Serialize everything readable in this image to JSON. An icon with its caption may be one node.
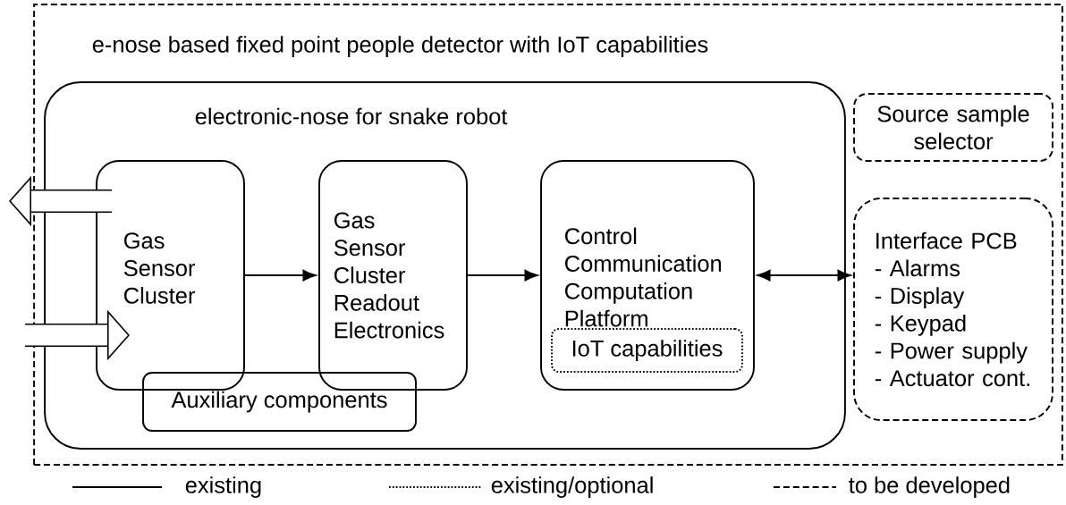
{
  "diagram": {
    "nodes": [
      {
        "text": [
          "e-nose based fixed point people detector with IoT capabilities"
        ]
      },
      {
        "text": [
          "electronic-nose for snake robot"
        ],
        "in": 0
      },
      {
        "text": [
          "Gas Sensor Cluster"
        ],
        "in": 1
      },
      {
        "text": [
          "Gas Sensor Cluster Readout Electronics"
        ],
        "in": 1
      },
      {
        "text": [
          "Control Communication Computation Platform"
        ],
        "in": 1
      },
      {
        "text": [
          "IoT capabilities"
        ],
        "in": 4
      },
      {
        "text": [
          "Auxiliary components"
        ],
        "in": 1
      },
      {
        "text": [
          "Source sample selector"
        ],
        "in": 0
      },
      {
        "text": [
          "Interface PCB",
          "- Alarms",
          "- Display",
          "- Keypad",
          "- Power supply",
          "- Actuator cont."
        ],
        "in": 0
      }
    ],
    "edges": [
      {
        "from": 2,
        "to": null,
        "arrow": "to",
        "style": "thick"
      },
      {
        "from": null,
        "to": 2,
        "arrow": "to",
        "style": "thick"
      },
      {
        "from": 2,
        "to": 3,
        "arrow": "to"
      },
      {
        "from": 3,
        "to": 4,
        "arrow": "to"
      },
      {
        "from": 4,
        "to": 8,
        "arrow": "both"
      }
    ],
    "legend": [
      {
        "text": "existing"
      },
      {
        "text": "existing/optional"
      },
      {
        "text": "to be developed"
      }
    ]
  }
}
